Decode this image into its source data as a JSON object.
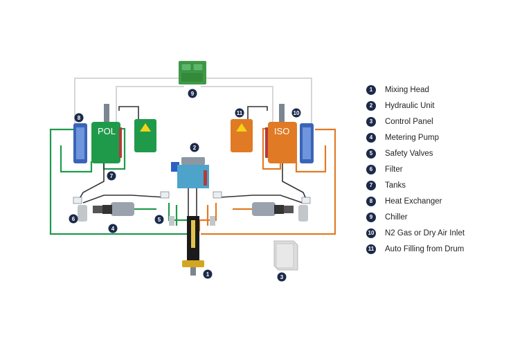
{
  "tanks": {
    "pol_label": "POL",
    "iso_label": "ISO"
  },
  "components": [
    {
      "number": "1",
      "label": "Mixing Head"
    },
    {
      "number": "2",
      "label": "Hydraulic Unit"
    },
    {
      "number": "3",
      "label": "Control Panel"
    },
    {
      "number": "4",
      "label": "Metering Pump"
    },
    {
      "number": "5",
      "label": "Safety Valves"
    },
    {
      "number": "6",
      "label": "Filter"
    },
    {
      "number": "7",
      "label": "Tanks"
    },
    {
      "number": "8",
      "label": "Heat Exchanger"
    },
    {
      "number": "9",
      "label": "Chiller"
    },
    {
      "number": "10",
      "label": "N2 Gas or Dry Air Inlet"
    },
    {
      "number": "11",
      "label": "Auto Filling from Drum"
    }
  ],
  "colors": {
    "polyol": "#1f9a4a",
    "isocyanate": "#e07a24",
    "chiller_line": "#d6d6d6",
    "exchanger": "#3a64b8",
    "badge": "#1c2a4a"
  }
}
